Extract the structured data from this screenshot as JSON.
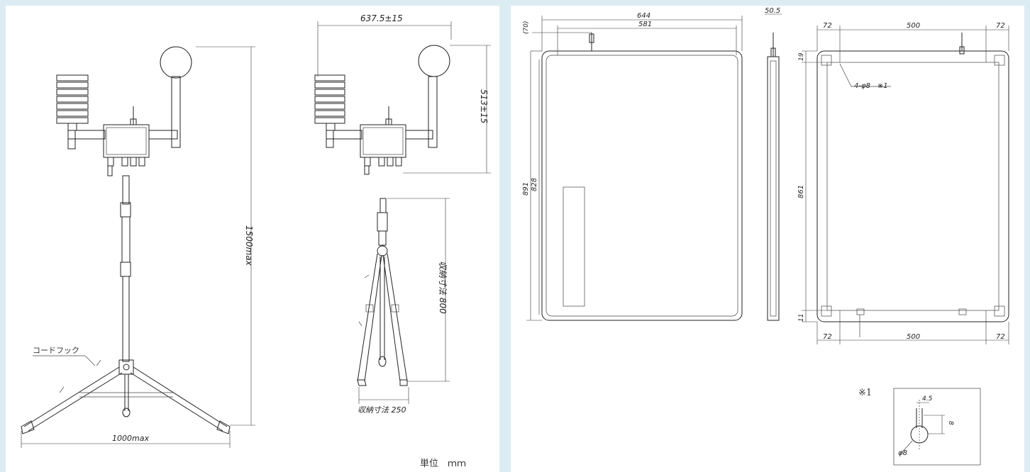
{
  "left": {
    "dim_width_top": "637.5±15",
    "dim_height_head": "513±15",
    "dim_height_max": "1500max",
    "dim_width_max": "1000max",
    "cord_hook_label": "コードフック",
    "storage_height": "収納寸法 800",
    "storage_width": "収納寸法 250",
    "unit_label": "単位　ｍｍ"
  },
  "right": {
    "front_width_outer": "644",
    "front_width_inner": "581",
    "antenna_height": "(70)",
    "front_height_outer": "891",
    "front_height_inner": "828",
    "side_depth": "50.5",
    "back_margin_left_top": "72",
    "back_span_top": "500",
    "back_margin_right_top": "72",
    "back_top_offset": "19",
    "back_height": "861",
    "back_bottom_offset": "11",
    "back_margin_left_bottom": "72",
    "back_span_bottom": "500",
    "back_margin_right_bottom": "72",
    "hole_label": "4-φ8　※1",
    "note_mark": "※1",
    "detail_width": "4.5",
    "detail_height": "8",
    "detail_diameter": "φ8"
  }
}
